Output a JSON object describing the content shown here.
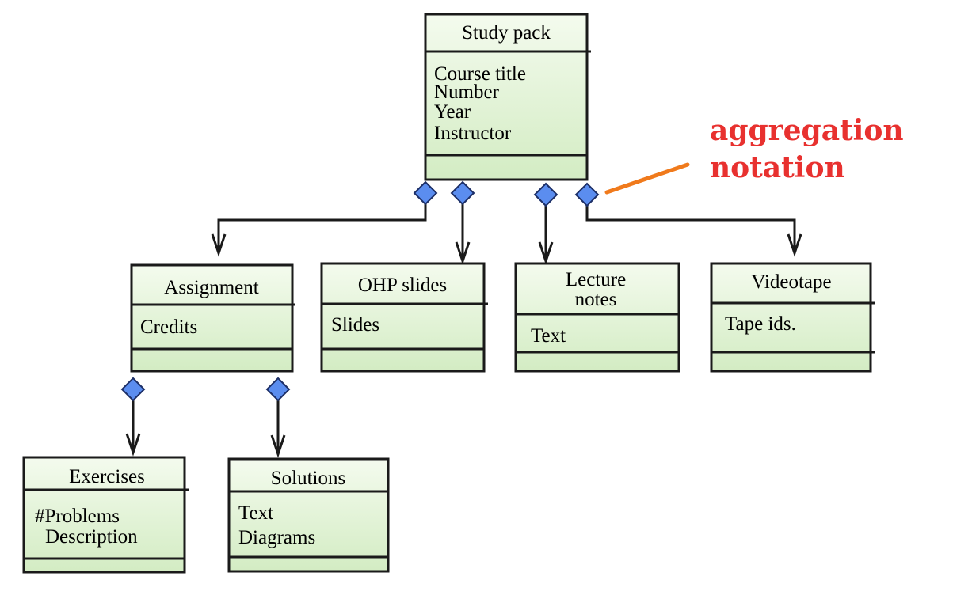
{
  "annotation": {
    "line1": "aggregation",
    "line2": "notation",
    "color": "#e8312f",
    "pointer_color": "#f07a1c"
  },
  "colors": {
    "box_fill_top": "#f4fbee",
    "box_fill_bottom": "#d3ecc3",
    "border": "#1a1a1a",
    "diamond_fill": "#5b8def",
    "diamond_stroke": "#1c2e66"
  },
  "classes": {
    "study_pack": {
      "name": "Study pack",
      "attributes": [
        "Course title",
        "Number",
        "Year",
        "Instructor"
      ]
    },
    "assignment": {
      "name": "Assignment",
      "attributes": [
        "Credits"
      ]
    },
    "ohp_slides": {
      "name": "OHP slides",
      "attributes": [
        "Slides"
      ]
    },
    "lecture_notes": {
      "name_lines": [
        "Lecture",
        "notes"
      ],
      "attributes": [
        "Text"
      ]
    },
    "videotape": {
      "name": "Videotape",
      "attributes": [
        "Tape ids."
      ]
    },
    "exercises": {
      "name": "Exercises",
      "attributes": [
        "#Problems",
        "Description"
      ]
    },
    "solutions": {
      "name": "Solutions",
      "attributes": [
        "Text",
        "Diagrams"
      ]
    }
  }
}
